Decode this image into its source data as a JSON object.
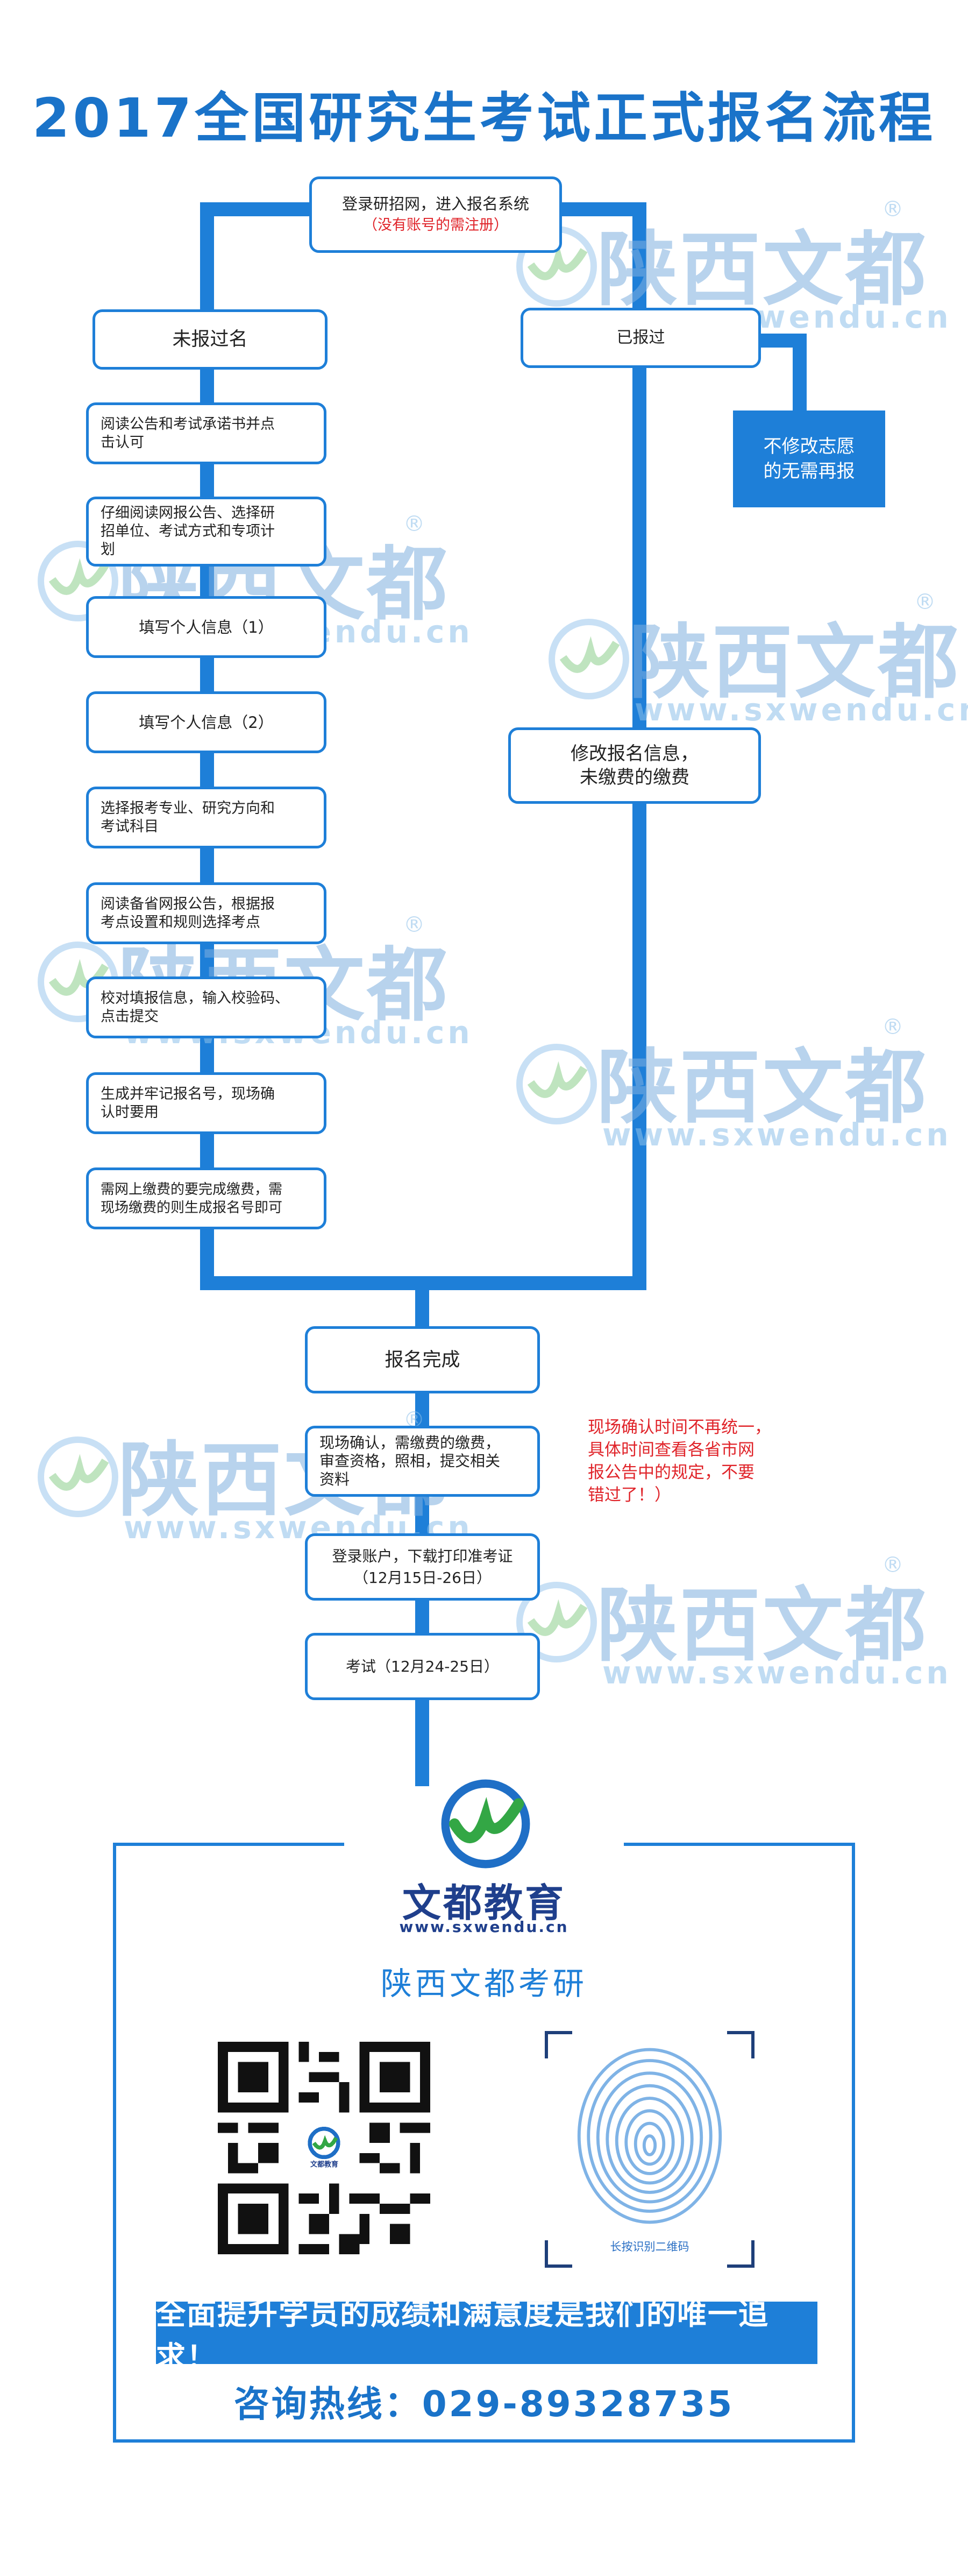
{
  "title": "2017全国研究生考试正式报名流程",
  "start": {
    "line1": "登录研招网，进入报名系统",
    "line2": "（没有账号的需注册）"
  },
  "branch_left": "未报过名",
  "branch_right": "已报过",
  "right_result": {
    "line1": "不修改志愿",
    "line2": "的无需再报"
  },
  "right_modify": {
    "line1": "修改报名信息，",
    "line2": "未缴费的缴费"
  },
  "left_steps": [
    {
      "line1": "阅读公告和考试承诺书并点",
      "line2": "击认可"
    },
    {
      "line1": "仔细阅读网报公告、选择研",
      "line2": "招单位、考试方式和专项计",
      "line3": "划"
    },
    {
      "line1": "填写个人信息（1）"
    },
    {
      "line1": "填写个人信息（2）"
    },
    {
      "line1": "选择报考专业、研究方向和",
      "line2": "考试科目"
    },
    {
      "line1": "阅读备省网报公告，根据报",
      "line2": "考点设置和规则选择考点"
    },
    {
      "line1": "校对填报信息，输入校验码、",
      "line2": "点击提交"
    },
    {
      "line1": "生成并牢记报名号，现场确",
      "line2": "认时要用"
    },
    {
      "line1": "需网上缴费的要完成缴费，需",
      "line2": "现场缴费的则生成报名号即可"
    }
  ],
  "complete": "报名完成",
  "final_steps": [
    {
      "line1": "现场确认，需缴费的缴费，",
      "line2": "审查资格，照相，提交相关",
      "line3": "资料"
    },
    {
      "line1": "登录账户，下载打印准考证",
      "line2": "（12月15日-26日）"
    },
    {
      "line1": "考试（12月24-25日）"
    }
  ],
  "note": [
    "现场确认时间不再统一，",
    "具体时间查看各省市网",
    "报公告中的规定，不要",
    "错过了！）"
  ],
  "watermark": {
    "cn": "陕西文都",
    "url": "www.sxwendu.cn",
    "reg": "®"
  },
  "brand": {
    "name": "文都教育",
    "url": "www.sxwendu.cn",
    "subtitle": "陕西文都考研",
    "qr_center": "文都教育",
    "fingerprint_caption": "长按识别二维码"
  },
  "slogan": "全面提升学员的成绩和满意度是我们的唯一追求！",
  "hotline": "咨询热线：029-89328735",
  "colors": {
    "primary": "#1e7fd8",
    "accent_red": "#e0242a",
    "logo_green": "#33a745"
  }
}
